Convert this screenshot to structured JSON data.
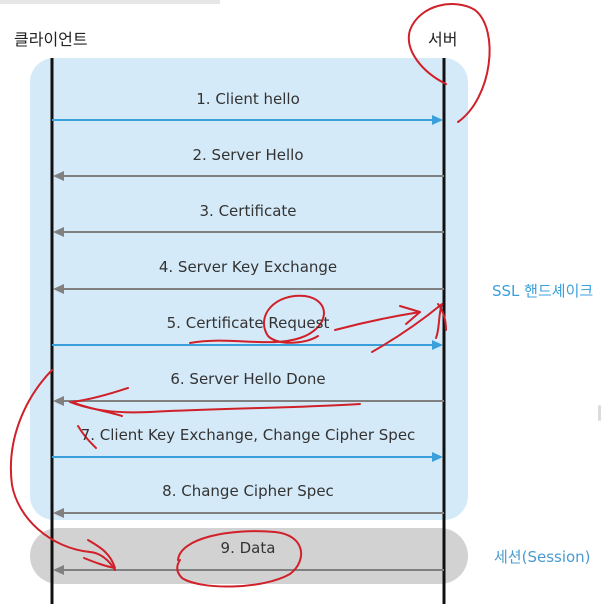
{
  "participants": {
    "client": "클라이언트",
    "server": "서버"
  },
  "zones": {
    "handshake": "SSL 핸드셰이크",
    "session": "세션(Session)"
  },
  "messages": [
    {
      "label": "1. Client hello",
      "direction": "client-to-server"
    },
    {
      "label": "2. Server Hello",
      "direction": "server-to-client"
    },
    {
      "label": "3. Certificate",
      "direction": "server-to-client"
    },
    {
      "label": "4. Server Key Exchange",
      "direction": "server-to-client"
    },
    {
      "label": "5. Certificate Request",
      "direction": "client-to-server"
    },
    {
      "label": "6. Server Hello Done",
      "direction": "server-to-client"
    },
    {
      "label": "7. Client Key Exchange, Change Cipher Spec",
      "direction": "client-to-server"
    },
    {
      "label": "8. Change Cipher Spec",
      "direction": "server-to-client"
    },
    {
      "label": "9. Data",
      "direction": "server-to-client"
    }
  ],
  "colors": {
    "handshake_zone": "#d5eaf8",
    "session_zone": "#d2d2d2",
    "arrow_client_to_server": "#3aa0dc",
    "arrow_server_to_client": "#808080",
    "lifeline": "#111111",
    "annotation_ink": "#d0202a",
    "zone_label": "#3aa0dc"
  }
}
